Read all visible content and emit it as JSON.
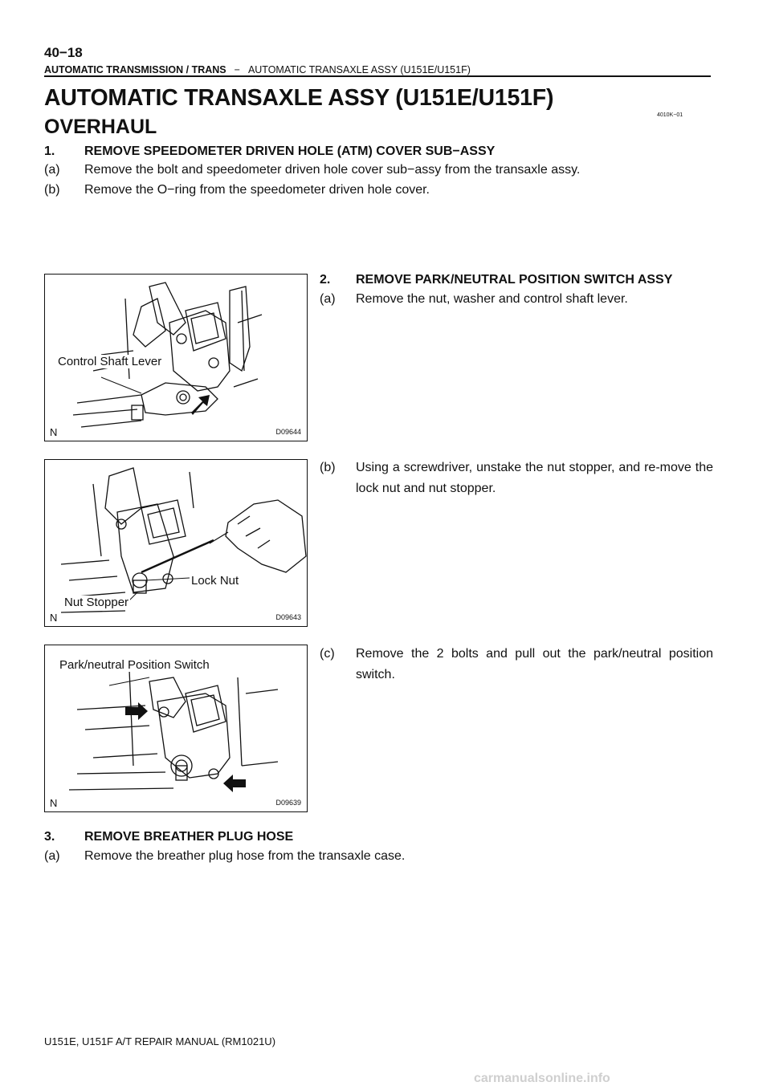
{
  "header": {
    "page_number": "40−18",
    "section": "AUTOMATIC TRANSMISSION / TRANS",
    "separator": "−",
    "subsection": "AUTOMATIC TRANSAXLE ASSY (U151E/U151F)"
  },
  "title": "AUTOMATIC TRANSAXLE ASSY (U151E/U151F)",
  "doc_code": "4010K−01",
  "subtitle": "OVERHAUL",
  "steps": [
    {
      "number": "1.",
      "heading": "REMOVE SPEEDOMETER DRIVEN HOLE (ATM) COVER SUB−ASSY",
      "items": [
        {
          "label": "(a)",
          "text": "Remove the bolt and speedometer driven hole cover sub−assy from the transaxle assy."
        },
        {
          "label": "(b)",
          "text": "Remove the O−ring from the speedometer driven hole cover."
        }
      ]
    },
    {
      "number": "2.",
      "heading": "REMOVE PARK/NEUTRAL POSITION SWITCH ASSY",
      "items": [
        {
          "label": "(a)",
          "text": "Remove the nut, washer and control shaft lever."
        },
        {
          "label": "(b)",
          "text": "Using a screwdriver, unstake the nut stopper, and  re-move the lock nut and nut stopper."
        },
        {
          "label": "(c)",
          "text": "Remove the 2 bolts and pull out the park/neutral position switch."
        }
      ]
    },
    {
      "number": "3.",
      "heading": "REMOVE BREATHER PLUG HOSE",
      "items": [
        {
          "label": "(a)",
          "text": "Remove the breather plug hose from the transaxle case."
        }
      ]
    }
  ],
  "figures": [
    {
      "code": "D09644",
      "mark": "N",
      "labels": [
        "Control Shaft Lever"
      ]
    },
    {
      "code": "D09643",
      "mark": "N",
      "labels": [
        "Lock Nut",
        "Nut Stopper"
      ]
    },
    {
      "code": "D09639",
      "mark": "N",
      "labels": [
        "Park/neutral Position Switch"
      ]
    }
  ],
  "footer": "U151E, U151F A/T REPAIR MANUAL   (RM1021U)",
  "watermark": "carmanualsonline.info"
}
